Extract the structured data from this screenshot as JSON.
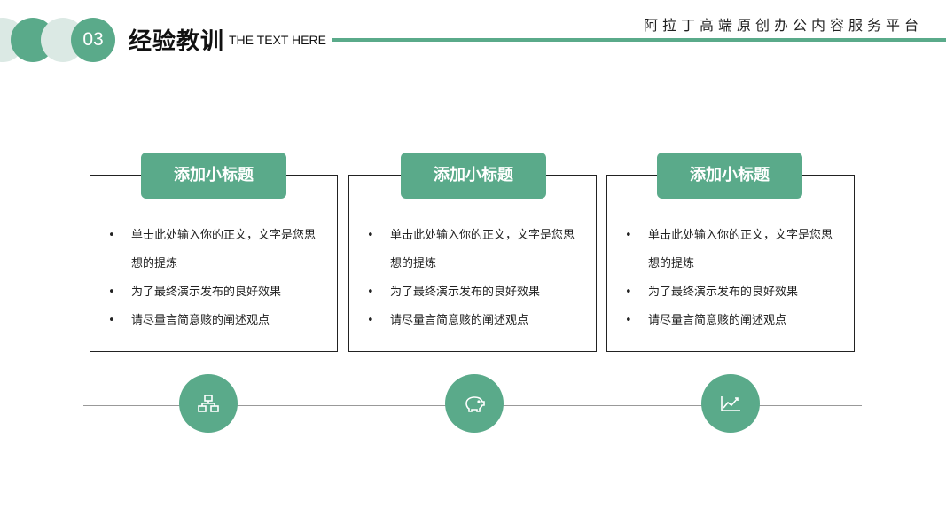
{
  "header": {
    "section_number": "03",
    "title": "经验教训",
    "subtitle": "THE TEXT HERE",
    "brand": "阿拉丁高端原创办公内容服务平台"
  },
  "cards": [
    {
      "heading": "添加小标题",
      "bullets": [
        "单击此处输入你的正文，文字是您思想的提炼",
        "为了最终演示发布的良好效果",
        "请尽量言简意赅的阐述观点"
      ],
      "icon": "hierarchy-icon"
    },
    {
      "heading": "添加小标题",
      "bullets": [
        "单击此处输入你的正文，文字是您思想的提炼",
        "为了最终演示发布的良好效果",
        "请尽量言简意赅的阐述观点"
      ],
      "icon": "piggy-bank-icon"
    },
    {
      "heading": "添加小标题",
      "bullets": [
        "单击此处输入你的正文，文字是您思想的提炼",
        "为了最终演示发布的良好效果",
        "请尽量言简意赅的阐述观点"
      ],
      "icon": "line-chart-icon"
    }
  ],
  "colors": {
    "accent": "#5aaa8a",
    "accent_light": "#dbe9e4",
    "border": "#222222"
  }
}
